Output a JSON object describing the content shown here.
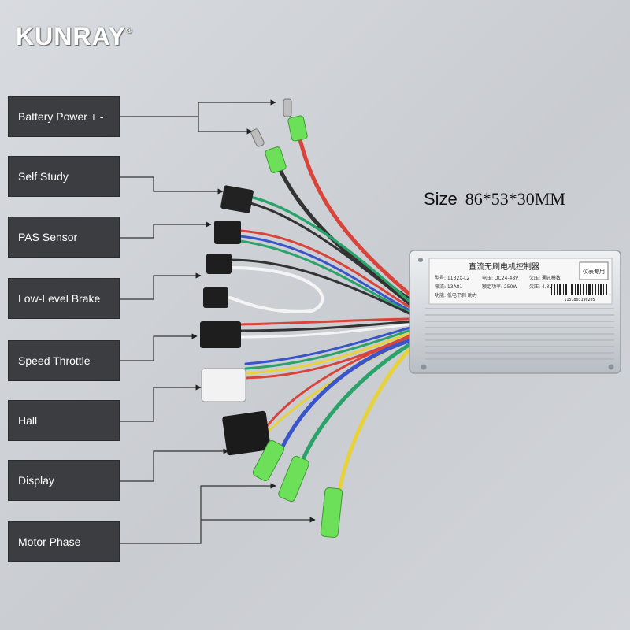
{
  "brand": {
    "name": "KUNRAY",
    "mark": "®"
  },
  "size": {
    "label": "Size",
    "value": "86*53*30MM"
  },
  "labels": [
    "Battery Power + -",
    "Self Study",
    "PAS Sensor",
    "Low-Level Brake",
    "Speed Throttle",
    "Hall",
    "Display",
    "Motor Phase"
  ],
  "controller": {
    "title": "直流无刷电机控制器",
    "model": "型号: 1132X-L2",
    "voltage": "电压: DC24-48V",
    "current": "限流: 13A81",
    "power": "额定功率: 250W",
    "mode": "欠压: 通讯模数",
    "undervoltage": "欠压: 4.3V",
    "function": "功能: 低电平刹  助力",
    "badge": "仪表专用",
    "barcode": "1151803190205"
  },
  "colors": {
    "label_bg": "#3b3d40",
    "wire_red": "#d9443a",
    "wire_black": "#333333",
    "wire_green": "#2aa36a",
    "wire_blue": "#3a55c9",
    "wire_yellow": "#e8d23a",
    "wire_white": "#f4f4f4",
    "sleeve_green": "#6de05a"
  }
}
